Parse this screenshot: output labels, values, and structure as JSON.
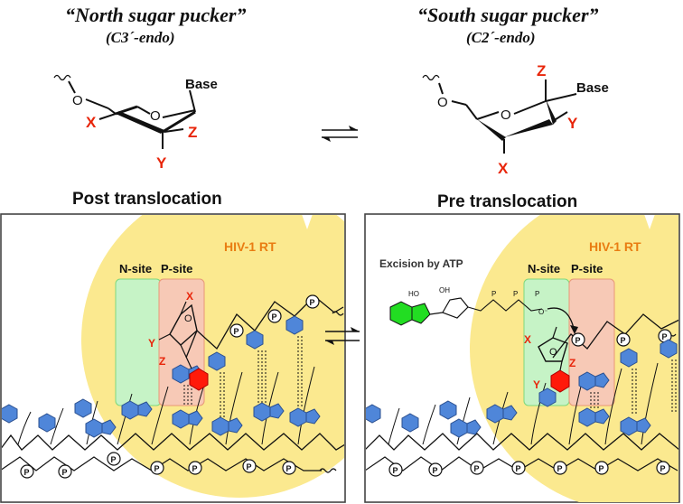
{
  "top": {
    "north": {
      "title": "“North sugar pucker”",
      "subtitle": "(C3´-endo)"
    },
    "south": {
      "title": "“South sugar pucker”",
      "subtitle": "(C2´-endo)"
    },
    "labels": {
      "base": "Base",
      "x": "X",
      "y": "Y",
      "z": "Z",
      "o": "O"
    }
  },
  "panels": {
    "post": {
      "title": "Post translocation"
    },
    "pre": {
      "title": "Pre translocation",
      "excision": "Excision by ATP"
    }
  },
  "enzyme": "HIV-1 RT",
  "sites": {
    "n": "N-site",
    "p": "P-site"
  },
  "atp_labels": {
    "ho": "HO",
    "oh": "OH",
    "p": "P",
    "o": "O",
    "o_minus": "O⁻"
  },
  "phosphate": "P",
  "colors": {
    "label_red": "#e8250a",
    "enzyme_yellow": "#fbe98f",
    "enzyme_text": "#e97d12",
    "n_site": "#c6f3c6",
    "p_site": "#f7c9b6",
    "base_blue": "#4f86d9",
    "base_red": "#ff1a0a",
    "base_green": "#22dd22"
  }
}
